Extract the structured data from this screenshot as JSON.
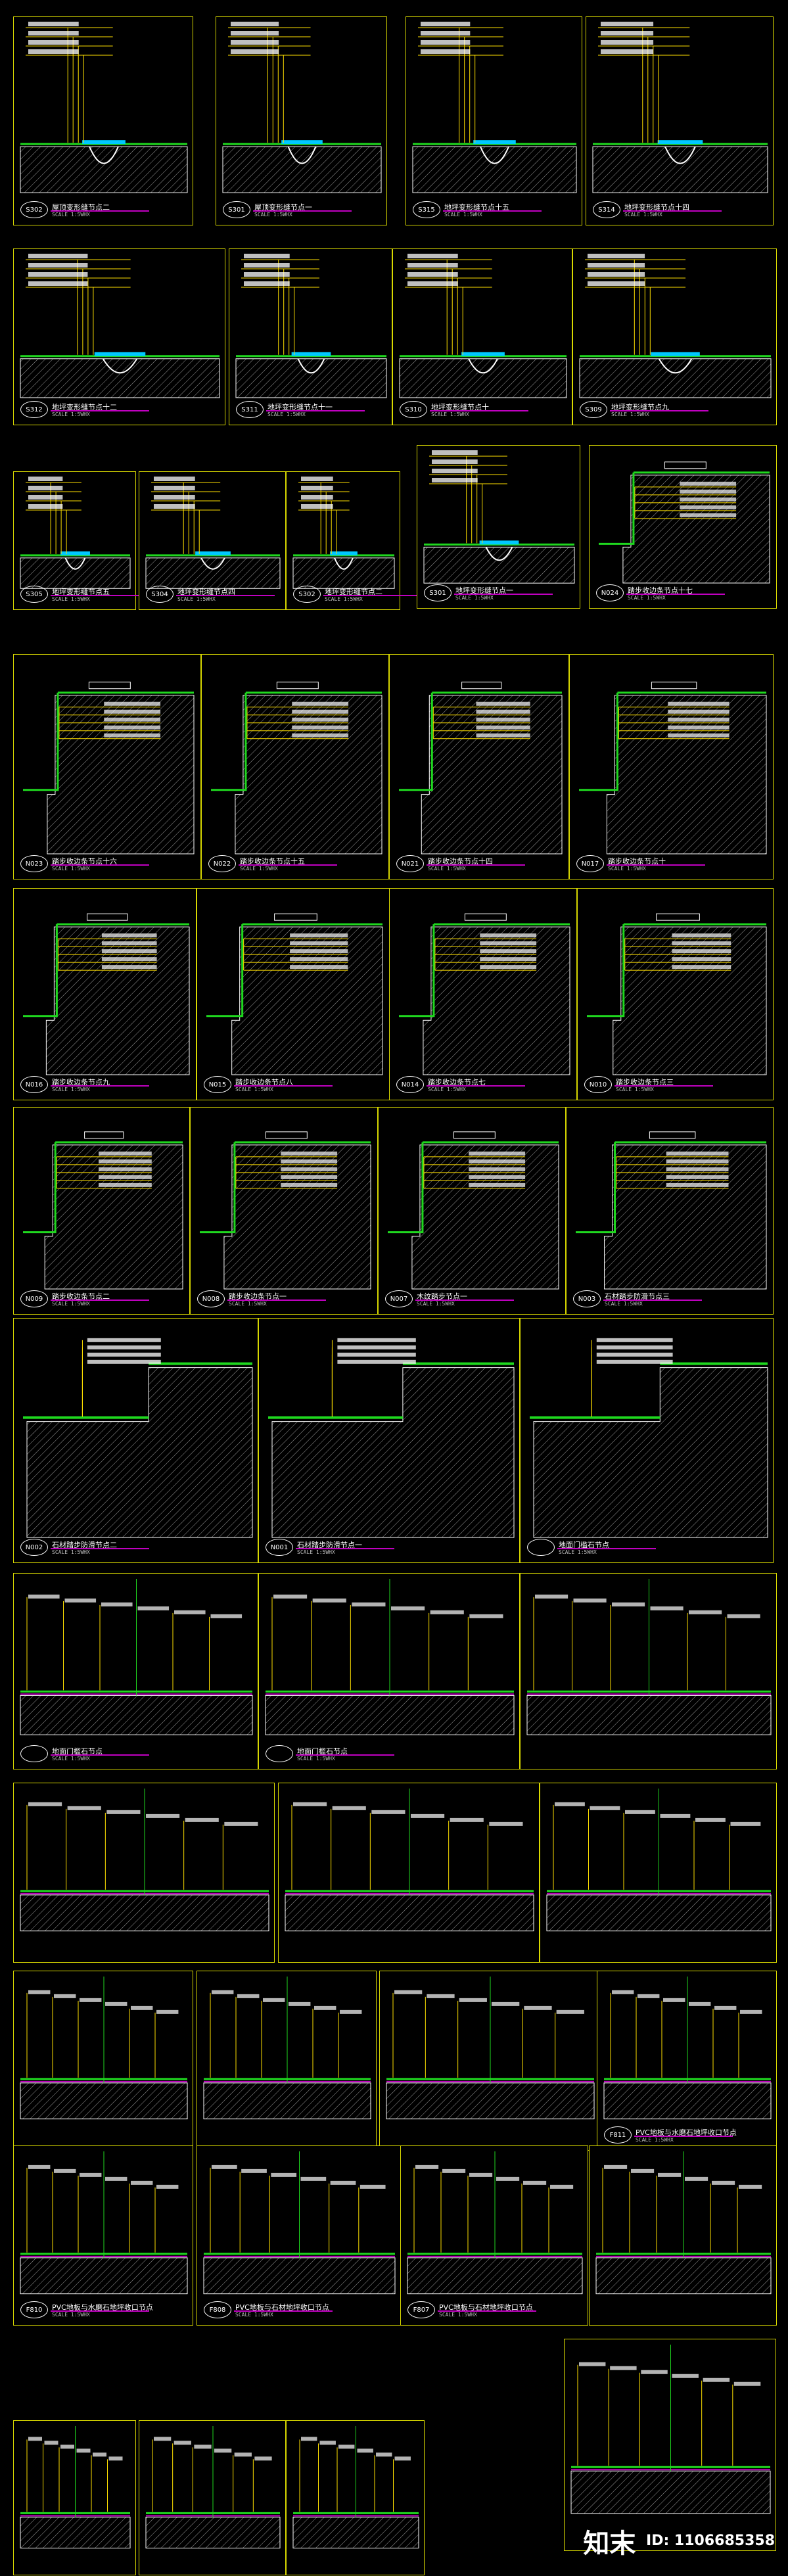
{
  "panels": [
    {
      "code": "S302",
      "title": "屋顶变形缝节点二",
      "scale": "SCALE  1:5WHX"
    },
    {
      "code": "S301",
      "title": "屋顶变形缝节点一",
      "scale": "SCALE  1:5WHX"
    },
    {
      "code": "S315",
      "title": "地坪变形缝节点十五",
      "scale": "SCALE  1:5WHX"
    },
    {
      "code": "S314",
      "title": "地坪变形缝节点十四",
      "scale": "SCALE  1:5WHX"
    },
    {
      "code": "S312",
      "title": "地坪变形缝节点十二",
      "scale": "SCALE  1:5WHX"
    },
    {
      "code": "S311",
      "title": "地坪变形缝节点十一",
      "scale": "SCALE  1:5WHX"
    },
    {
      "code": "S310",
      "title": "地坪变形缝节点十",
      "scale": "SCALE  1:5WHX"
    },
    {
      "code": "S309",
      "title": "地坪变形缝节点九",
      "scale": "SCALE  1:5WHX"
    },
    {
      "code": "S305",
      "title": "地坪变形缝节点五",
      "scale": "SCALE  1:5WHX"
    },
    {
      "code": "S304",
      "title": "地坪变形缝节点四",
      "scale": "SCALE  1:5WHX"
    },
    {
      "code": "S302",
      "title": "地坪变形缝节点二",
      "scale": "SCALE  1:5WHX"
    },
    {
      "code": "S301",
      "title": "地坪变形缝节点一",
      "scale": "SCALE  1:5WHX"
    },
    {
      "code": "N024",
      "title": "踏步收边条节点十七",
      "scale": "SCALE  1:5WHX"
    },
    {
      "code": "N023",
      "title": "踏步收边条节点十六",
      "scale": "SCALE  1:5WHX"
    },
    {
      "code": "N022",
      "title": "踏步收边条节点十五",
      "scale": "SCALE  1:5WHX"
    },
    {
      "code": "N021",
      "title": "踏步收边条节点十四",
      "scale": "SCALE  1:5WHX"
    },
    {
      "code": "N017",
      "title": "踏步收边条节点十",
      "scale": "SCALE  1:5WHX"
    },
    {
      "code": "N016",
      "title": "踏步收边条节点九",
      "scale": "SCALE  1:5WHX"
    },
    {
      "code": "N015",
      "title": "踏步收边条节点八",
      "scale": "SCALE  1:5WHX"
    },
    {
      "code": "N014",
      "title": "踏步收边条节点七",
      "scale": "SCALE  1:5WHX"
    },
    {
      "code": "N010",
      "title": "踏步收边条节点三",
      "scale": "SCALE  1:5WHX"
    },
    {
      "code": "N009",
      "title": "踏步收边条节点二",
      "scale": "SCALE  1:5WHX"
    },
    {
      "code": "N008",
      "title": "踏步收边条节点一",
      "scale": "SCALE  1:5WHX"
    },
    {
      "code": "N007",
      "title": "木纹踏步节点一",
      "scale": "SCALE  1:5WHX"
    },
    {
      "code": "N003",
      "title": "石材踏步防滑节点三",
      "scale": "SCALE  1:5WHX"
    },
    {
      "code": "N002",
      "title": "石材踏步防滑节点二",
      "scale": "SCALE  1:5WHX"
    },
    {
      "code": "N001",
      "title": "石材踏步防滑节点一",
      "scale": "SCALE  1:5WHX"
    },
    {
      "code": "",
      "title": "地面门槛石节点",
      "scale": "SCALE  1:5WHX"
    },
    {
      "code": "",
      "title": "地面门槛石节点",
      "scale": "SCALE  1:5WHX"
    },
    {
      "code": "",
      "title": "地面门槛石节点",
      "scale": "SCALE  1:5WHX"
    },
    {
      "code": "",
      "title": "",
      "scale": ""
    },
    {
      "code": "",
      "title": "",
      "scale": ""
    },
    {
      "code": "",
      "title": "",
      "scale": ""
    },
    {
      "code": "",
      "title": "",
      "scale": ""
    },
    {
      "code": "",
      "title": "",
      "scale": ""
    },
    {
      "code": "",
      "title": "",
      "scale": ""
    },
    {
      "code": "",
      "title": "",
      "scale": ""
    },
    {
      "code": "F811",
      "title": "PVC地板与水磨石地坪收口节点",
      "scale": "SCALE  1:5WHX"
    },
    {
      "code": "F810",
      "title": "PVC地板与水磨石地坪收口节点",
      "scale": "SCALE  1:5WHX"
    },
    {
      "code": "F808",
      "title": "PVC地板与石材地坪收口节点",
      "scale": "SCALE  1:5WHX"
    },
    {
      "code": "F807",
      "title": "PVC地板与石材地坪收口节点",
      "scale": "SCALE  1:5WHX"
    },
    {
      "code": "",
      "title": "",
      "scale": ""
    },
    {
      "code": "",
      "title": "",
      "scale": ""
    },
    {
      "code": "",
      "title": "",
      "scale": ""
    },
    {
      "code": "",
      "title": "",
      "scale": ""
    },
    {
      "code": "",
      "title": "",
      "scale": ""
    }
  ],
  "watermark": {
    "logo": "知末",
    "id": "ID: 1106685358"
  },
  "colors": {
    "frame": "#d8d800",
    "green": "#1fd81f",
    "yellow": "#ffe000",
    "magenta": "#c000c0",
    "cyan": "#00c8ff",
    "white": "#ffffff",
    "hatch": "#9a9a9a"
  }
}
